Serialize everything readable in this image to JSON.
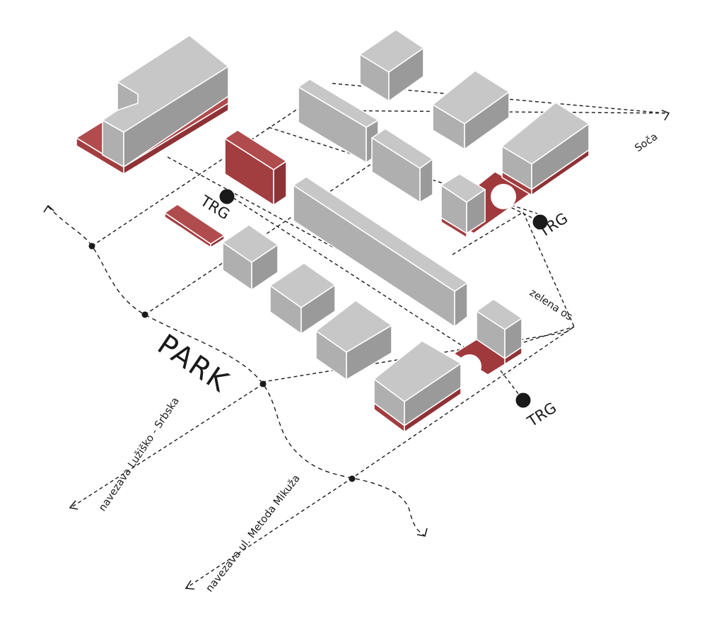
{
  "labels": {
    "park": "PARK",
    "trg": "TRG",
    "soca": "Soča",
    "zelena_os": "zelena os",
    "navezava_luzisko": "navezava Lužiško - Srbska",
    "navezava_mikuza": "navezava ul. Metoda Mikuža"
  },
  "colors": {
    "building_grey": "#c8c7c7",
    "accent_red": "#a0393c",
    "line": "#1a1a1a"
  },
  "icons": {
    "plaza_marker": "filled-circle",
    "path_node": "small-dot",
    "path_end": "open-arrowhead"
  }
}
